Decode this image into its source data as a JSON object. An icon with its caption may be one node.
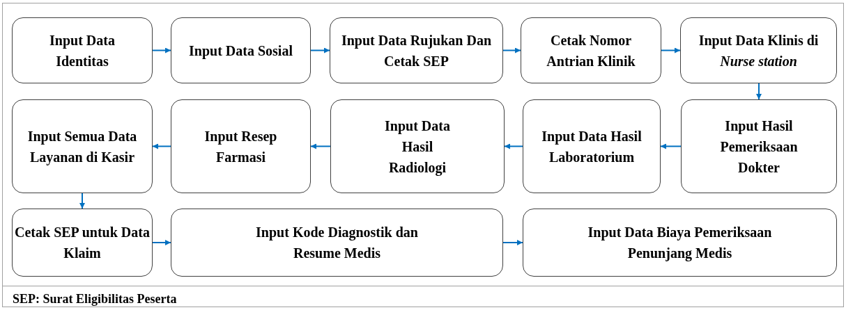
{
  "diagram": {
    "nodes": [
      {
        "text": [
          "Input Data Identitas"
        ]
      },
      {
        "text": [
          "Input Data Sosial"
        ]
      },
      {
        "text": [
          "Input Data Rujukan Dan Cetak SEP"
        ]
      },
      {
        "text": [
          "Cetak Nomor Antrian Klinik"
        ]
      },
      {
        "text": [
          "Input Data Klinis di *Nurse station*"
        ]
      },
      {
        "text": [
          "Input Semua Data Layanan di Kasir"
        ]
      },
      {
        "text": [
          "Input Resep Farmasi"
        ]
      },
      {
        "text": [
          "Input Data Hasil Radiologi"
        ]
      },
      {
        "text": [
          "Input Data Hasil Laboratorium"
        ]
      },
      {
        "text": [
          "Input Hasil Pemeriksaan Dokter"
        ]
      },
      {
        "text": [
          "Cetak SEP untuk Data Klaim"
        ]
      },
      {
        "text": [
          "Input Kode Diagnostik dan Resume Medis"
        ]
      },
      {
        "text": [
          "Input Data Biaya Pemeriksaan Penunjang Medis"
        ]
      }
    ],
    "edges": [
      {
        "from": 0,
        "to": 1,
        "arrow": "to"
      },
      {
        "from": 1,
        "to": 2,
        "arrow": "to"
      },
      {
        "from": 2,
        "to": 3,
        "arrow": "to"
      },
      {
        "from": 3,
        "to": 4,
        "arrow": "to"
      },
      {
        "from": 4,
        "to": 9,
        "arrow": "to"
      },
      {
        "from": 9,
        "to": 8,
        "arrow": "to"
      },
      {
        "from": 8,
        "to": 7,
        "arrow": "to"
      },
      {
        "from": 7,
        "to": 6,
        "arrow": "to"
      },
      {
        "from": 6,
        "to": 5,
        "arrow": "to"
      },
      {
        "from": 5,
        "to": 10,
        "arrow": "to"
      },
      {
        "from": 10,
        "to": 11,
        "arrow": "to"
      },
      {
        "from": 11,
        "to": 12,
        "arrow": "to"
      }
    ],
    "labels": [
      "SEP: Surat Eligibilitas Peserta"
    ]
  }
}
